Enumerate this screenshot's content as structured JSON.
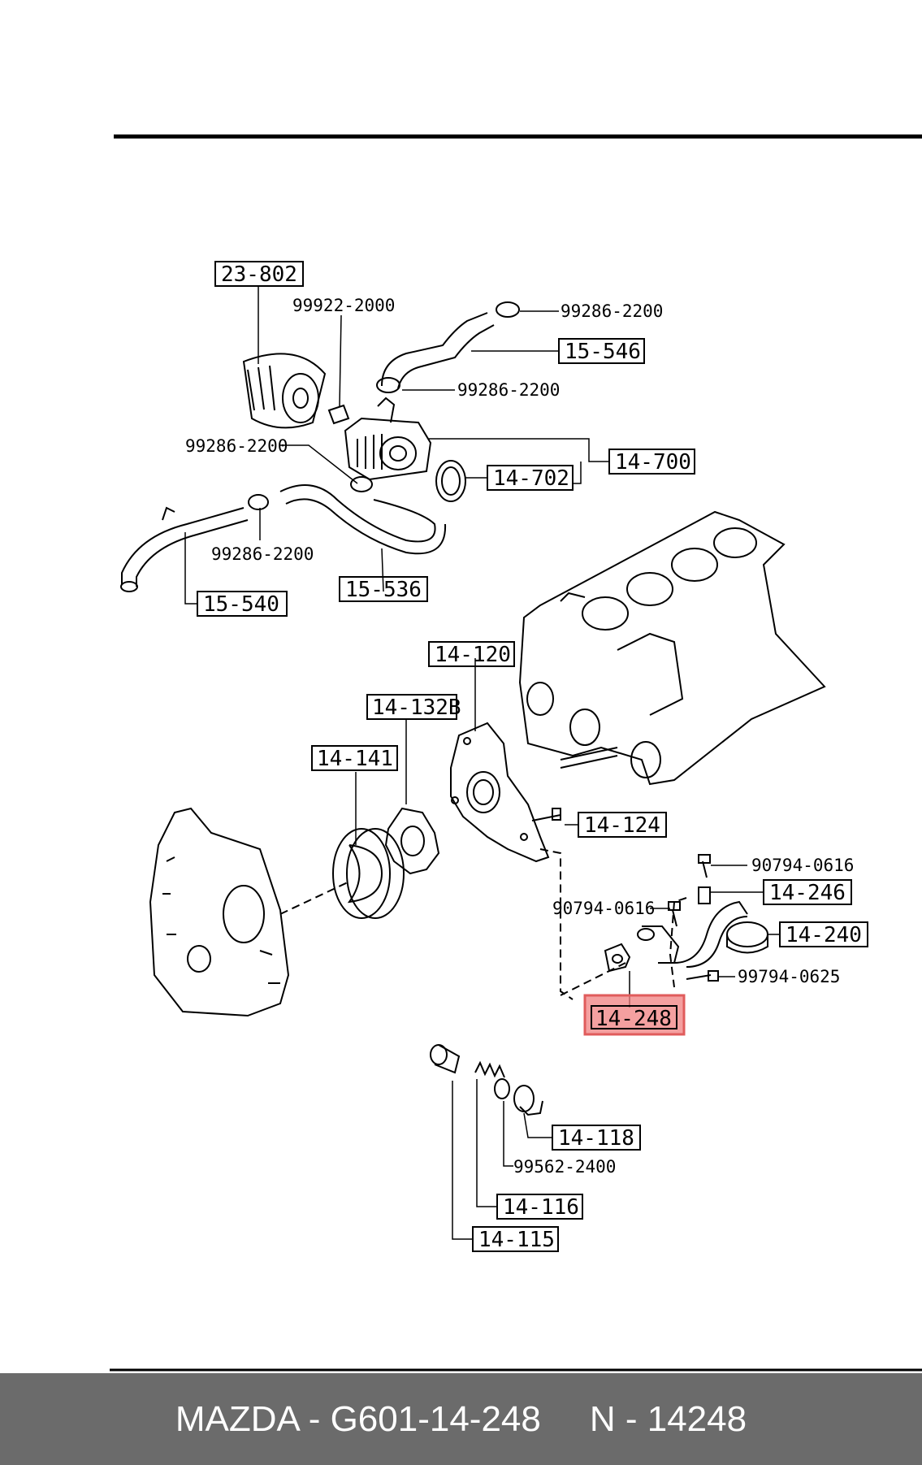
{
  "part_labels": {
    "p23_802": "23-802",
    "p99922_2000": "99922-2000",
    "p99286_2200_a": "99286-2200",
    "p15_546": "15-546",
    "p99286_2200_b": "99286-2200",
    "p14_700": "14-700",
    "p14_702": "14-702",
    "p99286_2200_c": "99286-2200",
    "p99286_2200_d": "99286-2200",
    "p15_540": "15-540",
    "p15_536": "15-536",
    "p14_120": "14-120",
    "p14_132b": "14-132B",
    "p14_141": "14-141",
    "p14_124": "14-124",
    "p90794_0616_a": "90794-0616",
    "p14_246": "14-246",
    "p90794_0616_b": "90794-0616",
    "p14_240": "14-240",
    "p99794_0625": "99794-0625",
    "p14_248": "14-248",
    "p14_118": "14-118",
    "p99562_2400": "99562-2400",
    "p14_116": "14-116",
    "p14_115": "14-115"
  },
  "highlight_color": "#f08080",
  "footer": {
    "brand_part": "MAZDA - G601-14-248",
    "ref": "N - 14248"
  }
}
